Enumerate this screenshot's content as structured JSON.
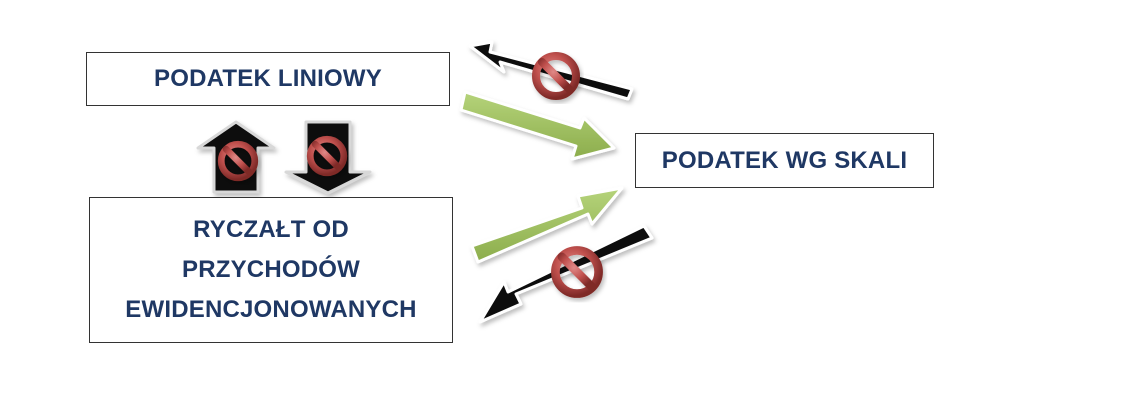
{
  "diagram": {
    "nodes": {
      "linear_tax": {
        "label": "PODATEK LINIOWY"
      },
      "scale_tax": {
        "label": "PODATEK WG SKALI"
      },
      "lump_sum_tax": {
        "lines": [
          "RYCZAŁT OD",
          "PRZYCHODÓW",
          "EWIDENCJONOWANYCH"
        ]
      }
    },
    "edges": [
      {
        "from": "linear_tax",
        "to": "scale_tax",
        "allowed": true
      },
      {
        "from": "scale_tax",
        "to": "linear_tax",
        "allowed": false
      },
      {
        "from": "lump_sum_tax",
        "to": "scale_tax",
        "allowed": true
      },
      {
        "from": "scale_tax",
        "to": "lump_sum_tax",
        "allowed": false
      },
      {
        "from": "lump_sum_tax",
        "to": "linear_tax",
        "allowed": false
      },
      {
        "from": "linear_tax",
        "to": "lump_sum_tax",
        "allowed": false
      }
    ],
    "colors": {
      "node_text": "#1f3864",
      "allowed_arrow": "#9bbb59",
      "forbidden_arrow": "#111111",
      "prohibition_sign": "#c0504d"
    },
    "icons": {
      "prohibition": "no-entry-icon"
    }
  }
}
